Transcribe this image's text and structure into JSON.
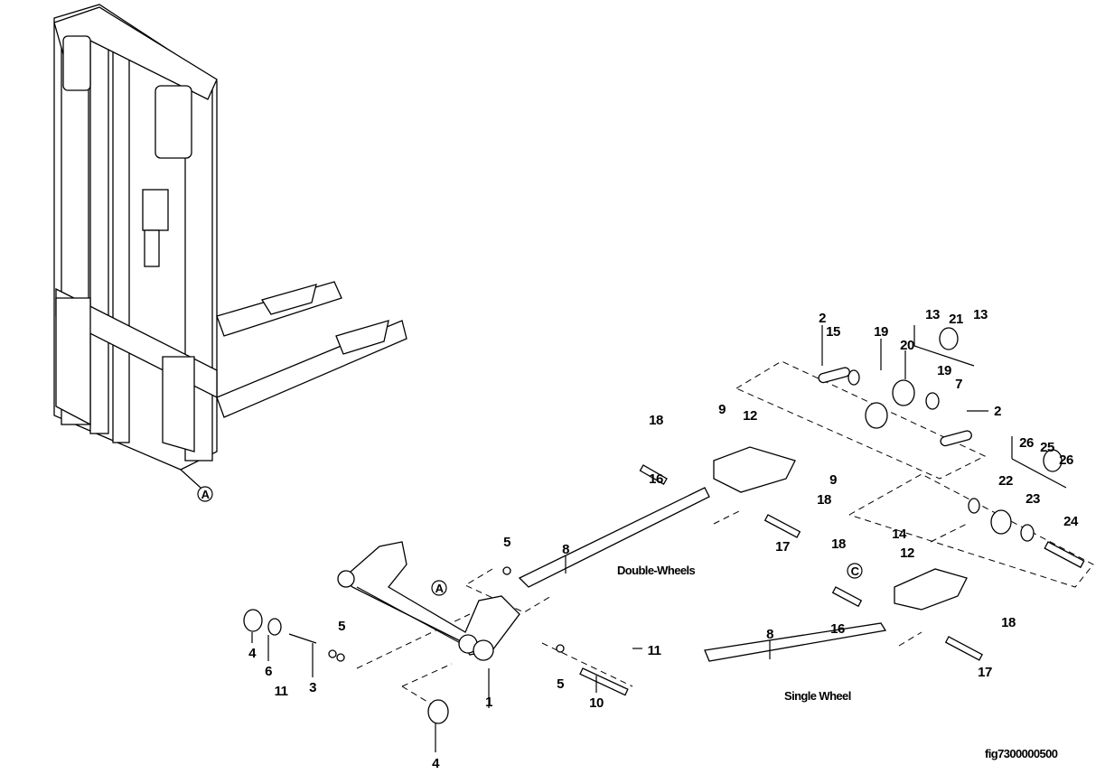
{
  "figure_id": "fig7300000500",
  "variants": {
    "double": "Double-Wheels",
    "single": "Single Wheel"
  },
  "reference_markers": [
    "A",
    "A",
    "C"
  ],
  "callouts": [
    "2",
    "15",
    "19",
    "20",
    "13",
    "21",
    "13",
    "19",
    "7",
    "2",
    "26",
    "25",
    "26",
    "22",
    "23",
    "24",
    "18",
    "9",
    "12",
    "9",
    "16",
    "18",
    "17",
    "8",
    "5",
    "14",
    "18",
    "12",
    "16",
    "18",
    "17",
    "8",
    "4",
    "6",
    "5",
    "11",
    "3",
    "1",
    "5",
    "10",
    "11",
    "4"
  ]
}
